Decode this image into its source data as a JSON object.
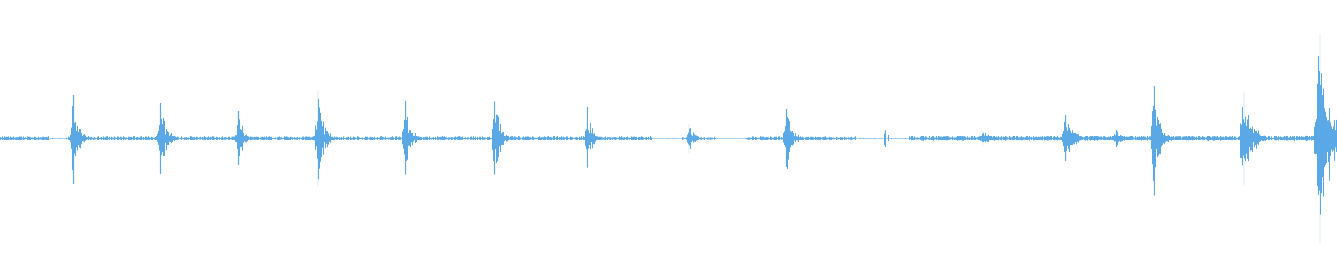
{
  "waveform": {
    "color": "#5aa9e6",
    "background": "#ffffff",
    "baseline_amplitude": 0.01,
    "segments": [
      {
        "start": 0.0,
        "end": 0.036,
        "level": 0.012,
        "style": "solid"
      },
      {
        "start": 0.036,
        "end": 0.05,
        "level": 0.006,
        "style": "dotted"
      },
      {
        "start": 0.05,
        "end": 0.488,
        "level": 0.012,
        "style": "solid"
      },
      {
        "start": 0.488,
        "end": 0.51,
        "level": 0.004,
        "style": "dotted"
      },
      {
        "start": 0.51,
        "end": 0.535,
        "level": 0.01,
        "style": "solid"
      },
      {
        "start": 0.535,
        "end": 0.558,
        "level": 0.004,
        "style": "dotted"
      },
      {
        "start": 0.558,
        "end": 0.64,
        "level": 0.012,
        "style": "solid"
      },
      {
        "start": 0.64,
        "end": 0.68,
        "level": 0.005,
        "style": "dotted"
      },
      {
        "start": 0.68,
        "end": 1.0,
        "level": 0.016,
        "style": "solid"
      }
    ],
    "bursts": [
      {
        "t": 0.0548,
        "peak_up": 0.42,
        "peak_down": 0.44,
        "width": 0.006
      },
      {
        "t": 0.12,
        "peak_up": 0.34,
        "peak_down": 0.34,
        "width": 0.007
      },
      {
        "t": 0.178,
        "peak_up": 0.26,
        "peak_down": 0.26,
        "width": 0.006
      },
      {
        "t": 0.2375,
        "peak_up": 0.46,
        "peak_down": 0.46,
        "width": 0.007
      },
      {
        "t": 0.303,
        "peak_up": 0.35,
        "peak_down": 0.35,
        "width": 0.006
      },
      {
        "t": 0.37,
        "peak_up": 0.35,
        "peak_down": 0.35,
        "width": 0.007
      },
      {
        "t": 0.439,
        "peak_up": 0.3,
        "peak_down": 0.28,
        "width": 0.005
      },
      {
        "t": 0.515,
        "peak_up": 0.14,
        "peak_down": 0.14,
        "width": 0.006
      },
      {
        "t": 0.588,
        "peak_up": 0.28,
        "peak_down": 0.28,
        "width": 0.007
      },
      {
        "t": 0.662,
        "peak_up": 0.08,
        "peak_down": 0.08,
        "width": 0.005
      },
      {
        "t": 0.735,
        "peak_up": 0.07,
        "peak_down": 0.07,
        "width": 0.01
      },
      {
        "t": 0.797,
        "peak_up": 0.22,
        "peak_down": 0.22,
        "width": 0.009
      },
      {
        "t": 0.835,
        "peak_up": 0.08,
        "peak_down": 0.08,
        "width": 0.008
      },
      {
        "t": 0.863,
        "peak_up": 0.5,
        "peak_down": 0.55,
        "width": 0.007
      },
      {
        "t": 0.93,
        "peak_up": 0.45,
        "peak_down": 0.45,
        "width": 0.01
      },
      {
        "t": 0.987,
        "peak_up": 1.0,
        "peak_down": 1.0,
        "width": 0.012
      }
    ]
  }
}
